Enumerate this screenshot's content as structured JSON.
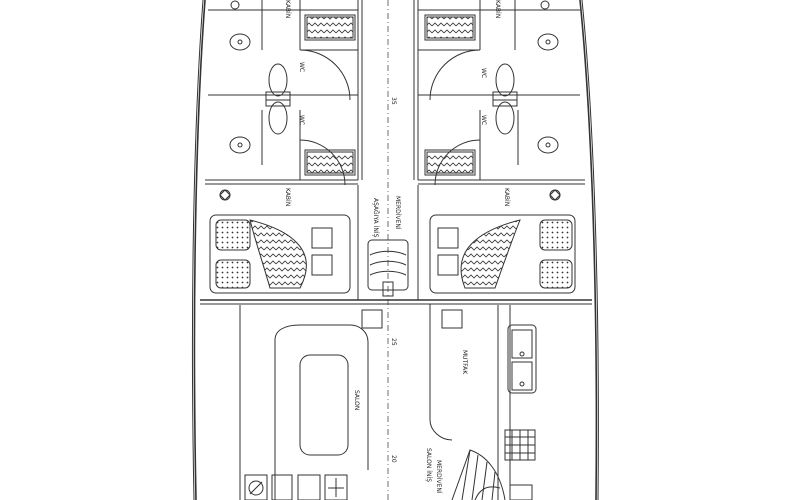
{
  "labels": {
    "wc_left_upper": "WC",
    "wc_left_lower": "WC",
    "wc_right_upper": "WC",
    "wc_right_lower": "WC",
    "kabin_top_left": "KABİN",
    "kabin_top_right": "KABİN",
    "kabin_left": "KABİN",
    "kabin_right": "KABİN",
    "stair_down_1": "AŞAĞIYA İNİŞ",
    "stair_down_2": "MERDİVENİ",
    "salon": "SALON",
    "mutfak": "MUTFAK",
    "salon_stair_1": "SALON İNİŞ",
    "salon_stair_2": "MERDİVENİ"
  },
  "dimensions": {
    "d35": "35",
    "d25": "25",
    "d20": "20"
  },
  "colors": {
    "line": "#333333",
    "paper": "#ffffff"
  }
}
